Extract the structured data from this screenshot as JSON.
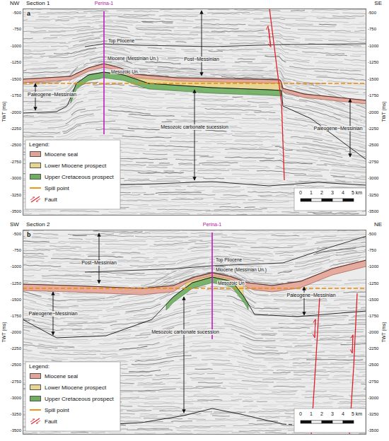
{
  "diagram": {
    "nodes": [
      {
        "text": [
          "Section 1"
        ]
      },
      {
        "text": [
          "Section 2"
        ]
      }
    ],
    "labels": [
      "NW",
      "SE",
      "a",
      "Perina-1",
      "Top Pliocene",
      "Miocene (Messinian Un.)",
      "Mesozoic Un.",
      "Post−Messinian",
      "Paleogene−Messinian",
      "Paleogene−Messinian",
      "Mesozoic carbonate sucession",
      "TWT (ms)",
      "TWT (ms)",
      "Legend:",
      "0",
      "1",
      "2",
      "3",
      "4",
      "5 km",
      "-500",
      "-750",
      "-1000",
      "-1250",
      "-1500",
      "-1750",
      "-2000",
      "-2250",
      "-2500",
      "-2750",
      "-3000",
      "-3250",
      "-3500",
      "-500",
      "-750",
      "-1000",
      "-1250",
      "-1500",
      "-1750",
      "-2000",
      "-2250",
      "-2500",
      "-2750",
      "-3000",
      "-3250",
      "-3500",
      "SW",
      "NE",
      "b",
      "Perina-1",
      "Top Pliocene",
      "Miocene (Messinian Un.)",
      "Mesozoic Un",
      "Post−Messinian",
      "Paleogene−Messinian",
      "Paleogene−Messinian",
      "Mesozoic carbonate sucession",
      "TWT (ms)",
      "TWT (ms)",
      "Legend:",
      "0",
      "1",
      "2",
      "3",
      "4",
      "5 km",
      "-500",
      "-750",
      "-1000",
      "-1250",
      "-1500",
      "-1750",
      "-2000",
      "-2250",
      "-2500",
      "-2750",
      "-3000",
      "-3250",
      "-3500",
      "-500",
      "-750",
      "-1000",
      "-1250",
      "-1500",
      "-1750",
      "-2000",
      "-2250",
      "-2500",
      "-2750",
      "-3000",
      "-3250",
      "-3500"
    ],
    "legend": [
      {
        "text": "Miocene seal",
        "color": "#e3a496"
      },
      {
        "text": "Lower Miocene prospect",
        "color": "#e8d590"
      },
      {
        "text": "Upper Cretaceous prospect",
        "color": "#6fae5f"
      },
      {
        "text": "Spill point"
      },
      {
        "text": "Fault"
      },
      {
        "text": "Miocene seal",
        "color": "#e3a496"
      },
      {
        "text": "Lower Miocene prospect",
        "color": "#e8d590"
      },
      {
        "text": "Upper Cretaceous prospect",
        "color": "#6fae5f"
      },
      {
        "text": "Spill point"
      },
      {
        "text": "Fault"
      }
    ]
  }
}
